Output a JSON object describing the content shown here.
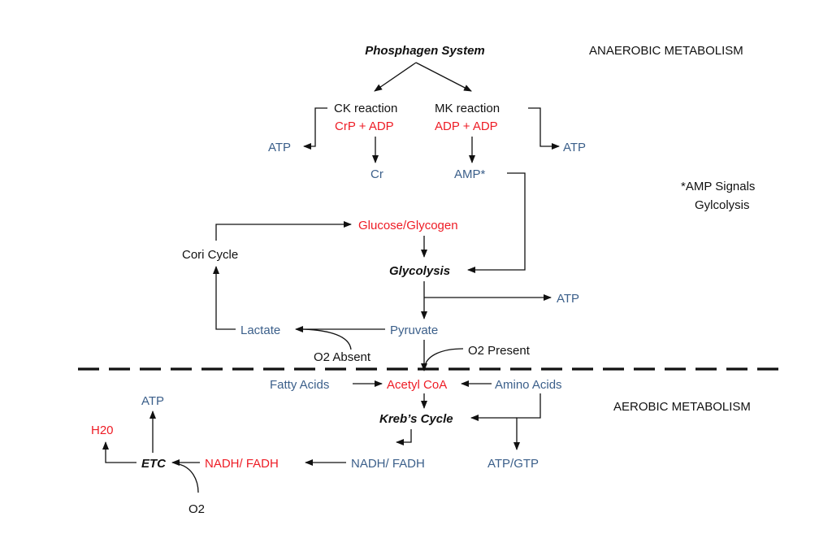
{
  "colors": {
    "black": "#111111",
    "blue": "#3b5f8a",
    "red": "#ee1c25"
  },
  "labels": {
    "phosphagen_system": "Phosphagen System",
    "anaerobic_metabolism": "ANAEROBIC METABOLISM",
    "aerobic_metabolism": "AEROBIC METABOLISM",
    "ck_reaction": "CK reaction",
    "crp_adp": "CrP + ADP",
    "mk_reaction": "MK reaction",
    "adp_adp": "ADP + ADP",
    "atp_left": "ATP",
    "atp_right": "ATP",
    "cr": "Cr",
    "amp_star": "AMP*",
    "amp_note_line1": "*AMP Signals",
    "amp_note_line2": "Gylcolysis",
    "glucose_glycogen": "Glucose/Glycogen",
    "cori_cycle": "Cori Cycle",
    "glycolysis": "Glycolysis",
    "atp_glycolysis": "ATP",
    "lactate": "Lactate",
    "pyruvate": "Pyruvate",
    "o2_absent": "O2 Absent",
    "o2_present": "O2 Present",
    "fatty_acids": "Fatty Acids",
    "acetyl_coa": "Acetyl CoA",
    "amino_acids": "Amino Acids",
    "krebs_cycle": "Kreb’s Cycle",
    "atp_etc": "ATP",
    "h2o": "H20",
    "etc": "ETC",
    "nadh_fadh_red": "NADH/ FADH",
    "nadh_fadh_blue": "NADH/ FADH",
    "atp_gtp": "ATP/GTP",
    "o2": "O2"
  }
}
